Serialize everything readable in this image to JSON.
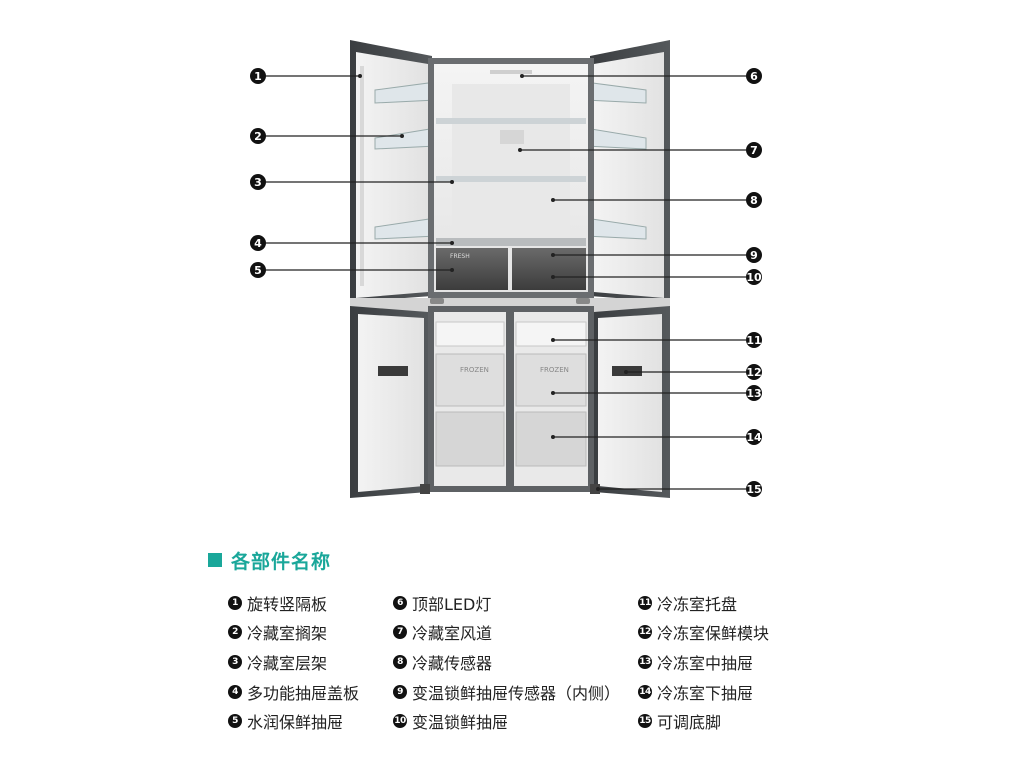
{
  "section": {
    "title": "各部件名称"
  },
  "columns": [
    [
      {
        "num": "1",
        "label": "旋转竖隔板"
      },
      {
        "num": "2",
        "label": "冷藏室搁架"
      },
      {
        "num": "3",
        "label": "冷藏室层架"
      },
      {
        "num": "4",
        "label": "多功能抽屉盖板"
      },
      {
        "num": "5",
        "label": "水润保鲜抽屉"
      }
    ],
    [
      {
        "num": "6",
        "label": "顶部LED灯"
      },
      {
        "num": "7",
        "label": "冷藏室风道"
      },
      {
        "num": "8",
        "label": "冷藏传感器"
      },
      {
        "num": "9",
        "label": "变温锁鲜抽屉传感器（内侧）"
      },
      {
        "num": "10",
        "label": "变温锁鲜抽屉"
      }
    ],
    [
      {
        "num": "11",
        "label": "冷冻室托盘"
      },
      {
        "num": "12",
        "label": "冷冻室保鲜模块"
      },
      {
        "num": "13",
        "label": "冷冻室中抽屉"
      },
      {
        "num": "14",
        "label": "冷冻室下抽屉"
      },
      {
        "num": "15",
        "label": "可调底脚"
      }
    ]
  ],
  "callouts": [
    "1",
    "2",
    "3",
    "4",
    "5",
    "6",
    "7",
    "8",
    "9",
    "10",
    "11",
    "12",
    "13",
    "14",
    "15"
  ],
  "drawer_text": {
    "fresh": "FRESH",
    "frozen_a": "FROZEN",
    "frozen_b": "FROZEN"
  },
  "colors": {
    "accent": "#1aa79a",
    "badge": "#111111"
  }
}
